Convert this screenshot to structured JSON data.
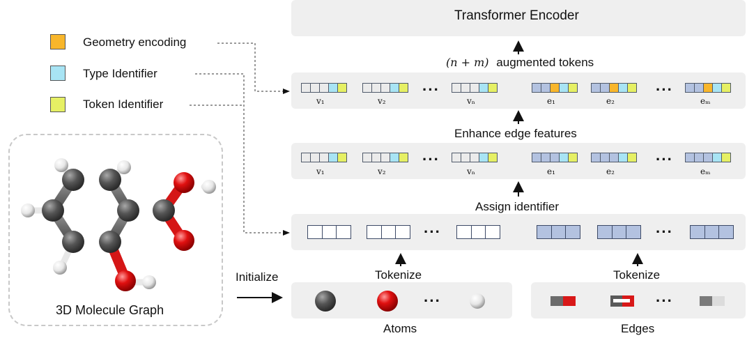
{
  "colors": {
    "geometry": "#f8b62b",
    "type": "#a8e4f4",
    "token": "#e6f064",
    "vertex": "#ebebeb",
    "edge": "#b3c2e0"
  },
  "legend": [
    {
      "label": "Geometry encoding",
      "color": "#f8b62b"
    },
    {
      "label": "Type Identifier",
      "color": "#a8e4f4"
    },
    {
      "label": "Token Identifier",
      "color": "#e6f064"
    }
  ],
  "molecule_label": "3D Molecule Graph",
  "initialize_label": "Initialize",
  "transformer_label": "Transformer Encoder",
  "augmented_label_math": "(n + m)",
  "augmented_label_text": "augmented tokens",
  "enhance_label": "Enhance edge features",
  "assign_label": "Assign identifier",
  "tokenize_atoms_label": "Tokenize",
  "tokenize_edges_label": "Tokenize",
  "atoms_label": "Atoms",
  "edges_label": "Edges",
  "ellipsis": "···",
  "vertex_subs": [
    "v₁",
    "v₂",
    "vₙ"
  ],
  "edge_subs": [
    "e₁",
    "e₂",
    "eₘ"
  ]
}
